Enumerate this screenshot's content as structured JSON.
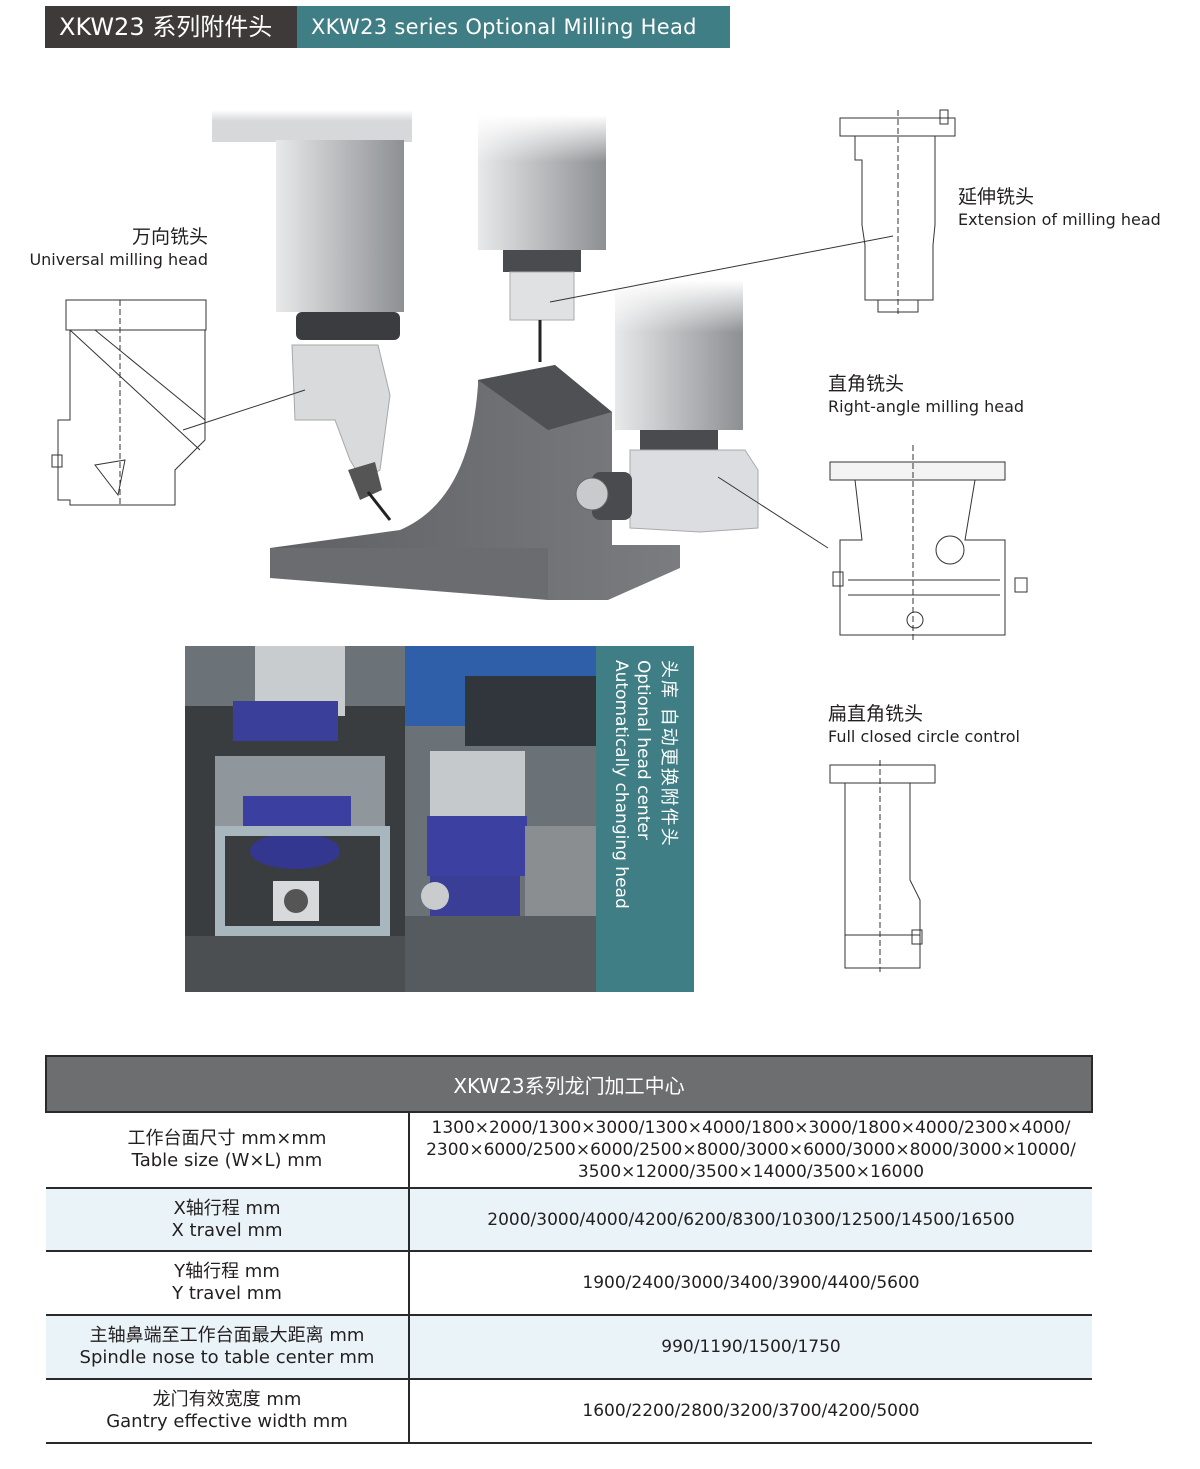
{
  "header": {
    "title_cn": "XKW23 系列附件头",
    "title_en": "XKW23 series Optional Milling Head"
  },
  "labels": {
    "universal": {
      "cn": "万向铣头",
      "en": "Universal milling head"
    },
    "extension": {
      "cn": "延伸铣头",
      "en": "Extension of milling head"
    },
    "right_angle": {
      "cn": "直角铣头",
      "en": "Right-angle milling  head"
    },
    "flat_right_angle": {
      "cn": "扁直角铣头",
      "en": "Full closed circle  control"
    }
  },
  "head_library": {
    "cn": "头库  自动更换附件头",
    "en1": "Optional head center",
    "en2": "Automatically changing head"
  },
  "spec_table": {
    "title": "XKW23系列龙门加工中心",
    "rows": [
      {
        "k_cn": "工作台面尺寸 mm×mm",
        "k_en": "Table size (W×L)  mm",
        "v": [
          "1300×2000/1300×3000/1300×4000/1800×3000/1800×4000/2300×4000/",
          "2300×6000/2500×6000/2500×8000/3000×6000/3000×8000/3000×10000/",
          "3500×12000/3500×14000/3500×16000"
        ]
      },
      {
        "k_cn": "X轴行程 mm",
        "k_en": "X travel  mm",
        "v": [
          "2000/3000/4000/4200/6200/8300/10300/12500/14500/16500"
        ]
      },
      {
        "k_cn": "Y轴行程 mm",
        "k_en": "Y travel  mm",
        "v": [
          "1900/2400/3000/3400/3900/4400/5600"
        ]
      },
      {
        "k_cn": "主轴鼻端至工作台面最大距离  mm",
        "k_en": "Spindle nose to table center mm",
        "v": [
          "990/1190/1500/1750"
        ]
      },
      {
        "k_cn": "龙门有效宽度 mm",
        "k_en": "Gantry effective width  mm",
        "v": [
          "1600/2200/2800/3200/3700/4200/5000"
        ]
      }
    ]
  }
}
